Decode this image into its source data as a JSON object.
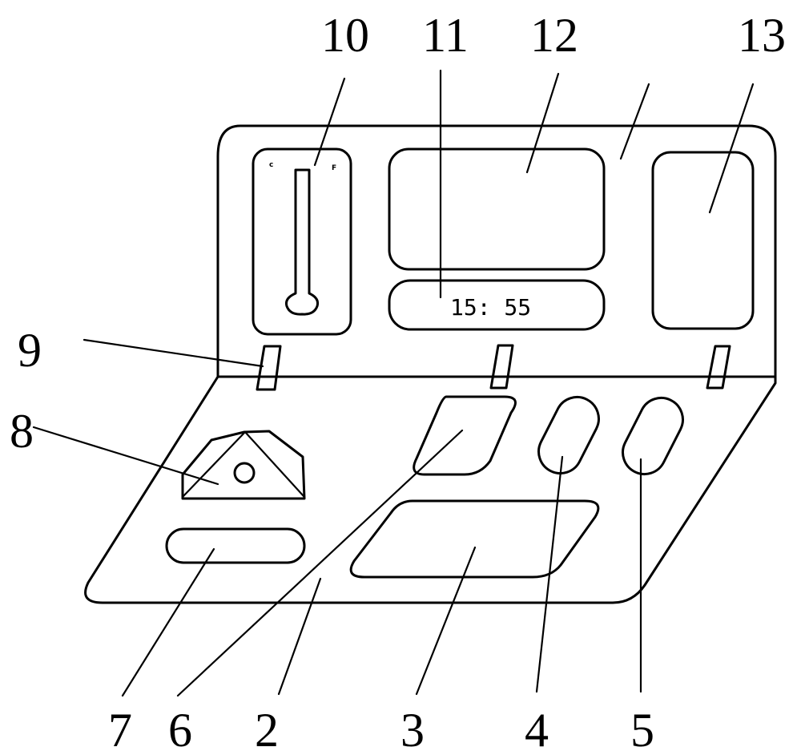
{
  "clock": {
    "time": "15: 55"
  },
  "thermometer": {
    "left_mark": "c",
    "right_mark": "F"
  },
  "labels": {
    "l2": "2",
    "l3": "3",
    "l4": "4",
    "l5": "5",
    "l6": "6",
    "l7": "7",
    "l8": "8",
    "l9": "9",
    "l10": "10",
    "l11": "11",
    "l12": "12",
    "l13": "13"
  }
}
